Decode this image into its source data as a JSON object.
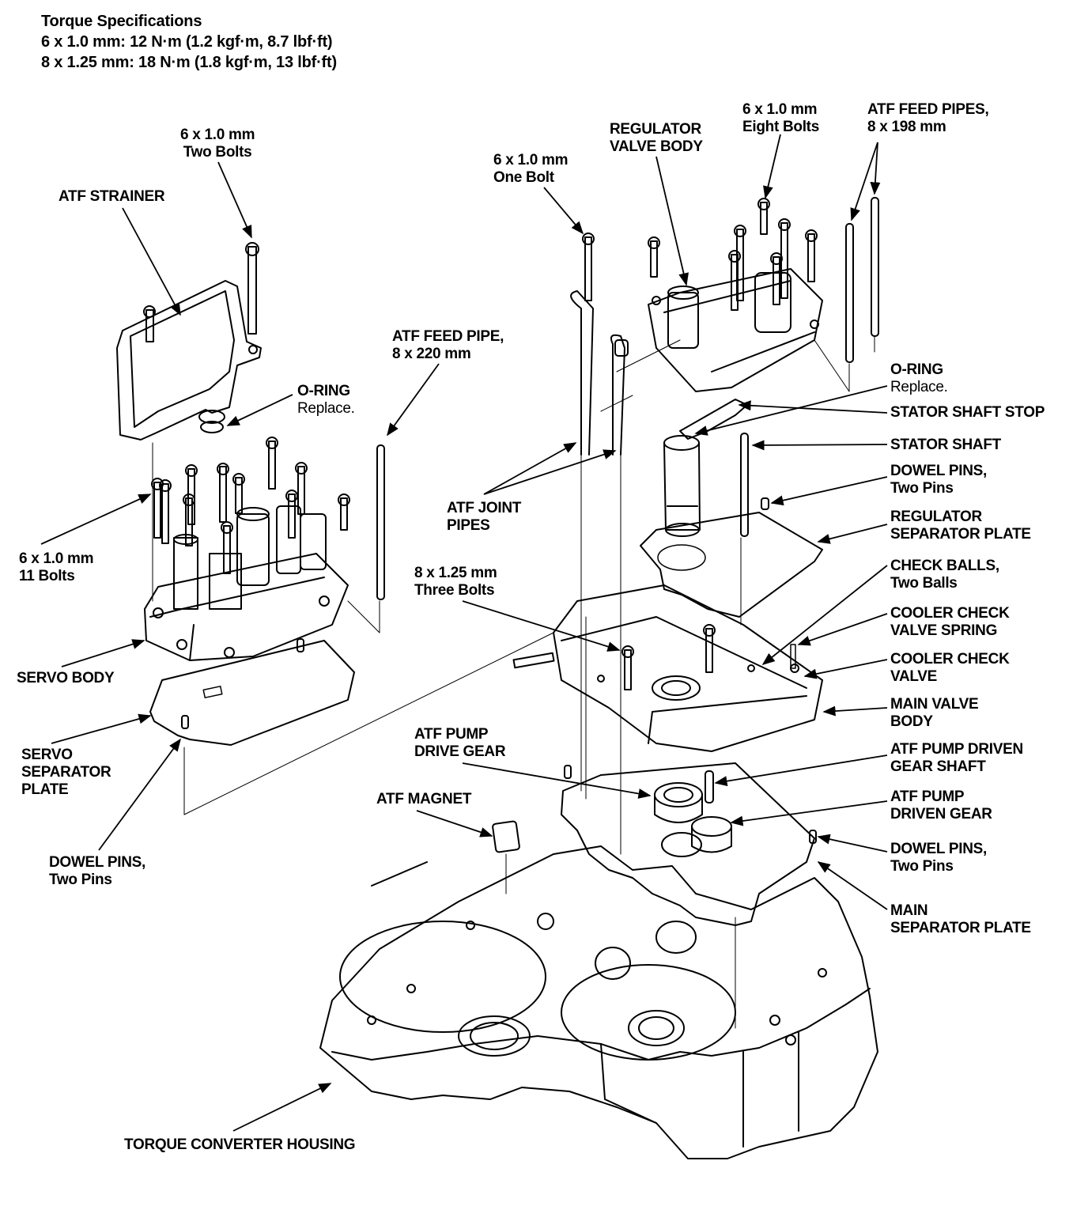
{
  "torque_specs": {
    "title": "Torque Specifications",
    "lines": [
      "6 x 1.0 mm: 12 N·m (1.2 kgf·m, 8.7 lbf·ft)",
      "8 x 1.25 mm: 18 N·m (1.8 kgf·m, 13 lbf·ft)"
    ]
  },
  "callouts": {
    "strainer_bolts": {
      "line1": "6 x 1.0 mm",
      "line2": "Two Bolts"
    },
    "atf_strainer": {
      "line1": "ATF STRAINER"
    },
    "o_ring_left": {
      "line1": "O-RING",
      "line2": "Replace."
    },
    "feed_pipe_220": {
      "line1": "ATF FEED PIPE,",
      "line2": "8 x 220 mm"
    },
    "servo_bolts": {
      "line1": "6 x 1.0 mm",
      "line2": "11 Bolts"
    },
    "servo_body": {
      "line1": "SERVO BODY"
    },
    "servo_separator_plate": {
      "line1": "SERVO",
      "line2": "SEPARATOR",
      "line3": "PLATE"
    },
    "dowel_pins_left": {
      "line1": "DOWEL PINS,",
      "line2": "Two Pins"
    },
    "one_bolt": {
      "line1": "6 x 1.0 mm",
      "line2": "One Bolt"
    },
    "regulator_valve_body": {
      "line1": "REGULATOR",
      "line2": "VALVE BODY"
    },
    "eight_bolts": {
      "line1": "6 x 1.0 mm",
      "line2": "Eight Bolts"
    },
    "feed_pipes_198": {
      "line1": "ATF FEED PIPES,",
      "line2": "8 x 198 mm"
    },
    "atf_joint_pipes": {
      "line1": "ATF JOINT",
      "line2": "PIPES"
    },
    "three_bolts": {
      "line1": "8 x 1.25 mm",
      "line2": "Three Bolts"
    },
    "atf_pump_drive_gear": {
      "line1": "ATF PUMP",
      "line2": "DRIVE GEAR"
    },
    "atf_magnet": {
      "line1": "ATF MAGNET"
    },
    "o_ring_right": {
      "line1": "O-RING",
      "line2": "Replace."
    },
    "stator_shaft_stop": {
      "line1": "STATOR SHAFT STOP"
    },
    "stator_shaft": {
      "line1": "STATOR SHAFT"
    },
    "dowel_pins_upper_right": {
      "line1": "DOWEL PINS,",
      "line2": "Two Pins"
    },
    "regulator_separator_plate": {
      "line1": "REGULATOR",
      "line2": "SEPARATOR PLATE"
    },
    "check_balls": {
      "line1": "CHECK BALLS,",
      "line2": "Two Balls"
    },
    "cooler_check_valve_spring": {
      "line1": "COOLER CHECK",
      "line2": "VALVE SPRING"
    },
    "cooler_check_valve": {
      "line1": "COOLER CHECK",
      "line2": "VALVE"
    },
    "main_valve_body": {
      "line1": "MAIN VALVE",
      "line2": "BODY"
    },
    "pump_driven_gear_shaft": {
      "line1": "ATF PUMP DRIVEN",
      "line2": "GEAR SHAFT"
    },
    "pump_driven_gear": {
      "line1": "ATF PUMP",
      "line2": "DRIVEN GEAR"
    },
    "dowel_pins_lower_right": {
      "line1": "DOWEL PINS,",
      "line2": "Two Pins"
    },
    "main_separator_plate": {
      "line1": "MAIN",
      "line2": "SEPARATOR PLATE"
    },
    "torque_converter_housing": {
      "line1": "TORQUE CONVERTER HOUSING"
    }
  }
}
